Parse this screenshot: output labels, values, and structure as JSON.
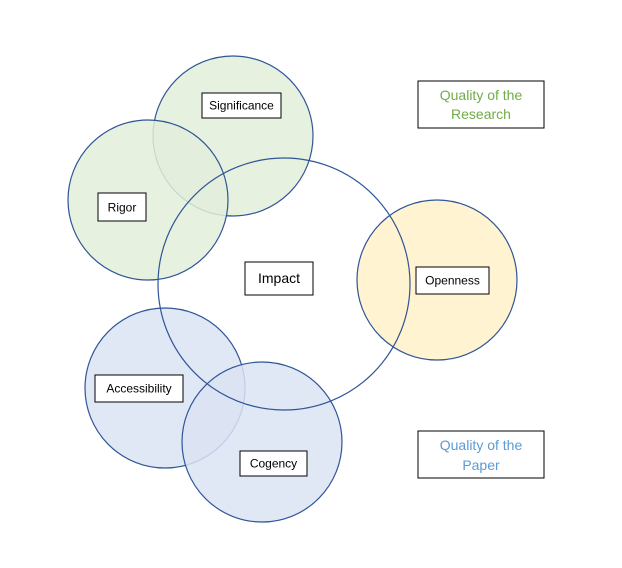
{
  "circles": {
    "significance": {
      "label": "Significance",
      "fill": "#e2efda",
      "stroke": "#2f5597"
    },
    "rigor": {
      "label": "Rigor",
      "fill": "#e2efda",
      "stroke": "#2f5597"
    },
    "impact": {
      "label": "Impact",
      "fill": "none",
      "stroke": "#2f5597"
    },
    "openness": {
      "label": "Openness",
      "fill": "#fff2cc",
      "stroke": "#2f5597"
    },
    "accessibility": {
      "label": "Accessibility",
      "fill": "#dae3f3",
      "stroke": "#2f5597"
    },
    "cogency": {
      "label": "Cogency",
      "fill": "#dae3f3",
      "stroke": "#2f5597"
    }
  },
  "legend": {
    "research": {
      "line1": "Quality of the",
      "line2": "Research",
      "color": "#70ad47"
    },
    "paper": {
      "line1": "Quality of the",
      "line2": "Paper",
      "color": "#5b9bd5"
    }
  }
}
